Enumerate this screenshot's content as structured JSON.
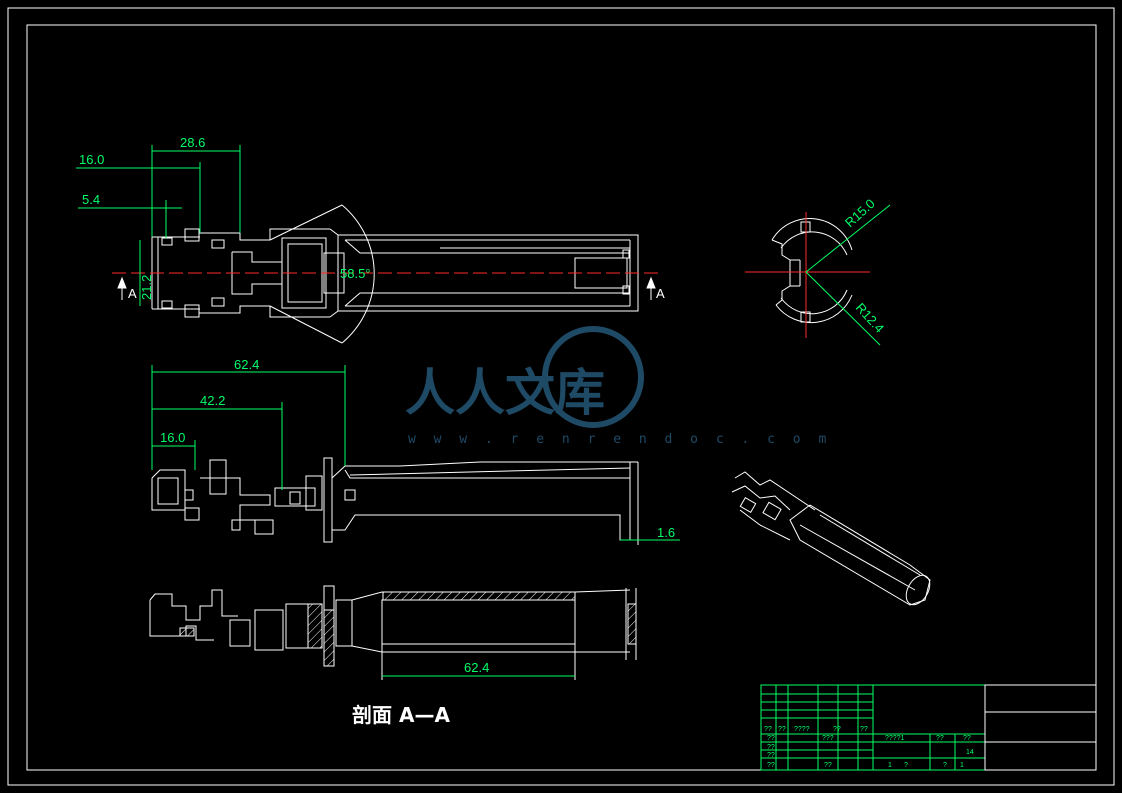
{
  "dimensions": {
    "d_16_0_top": "16.0",
    "d_28_6": "28.6",
    "d_5_4": "5.4",
    "d_21_2": "21.2",
    "d_58_5": "58.5°",
    "d_r15": "R15.0",
    "d_r12_4": "R12.4",
    "d_62_4_top": "62.4",
    "d_42_2": "42.2",
    "d_16_0_mid": "16.0",
    "d_1_6": "1.6",
    "d_62_4_bottom": "62.4"
  },
  "section_labels": {
    "left_arrow": "A",
    "right_arrow": "A",
    "section_title": "剖面 A—A"
  },
  "watermark": {
    "brand": "人人文库",
    "url": "w w w . r e n r e n d o c . c o m"
  },
  "title_block": {
    "c1": "??",
    "c2": "??",
    "c3": "????",
    "c4": "??",
    "c5": "??",
    "c6": "??",
    "c7": "???",
    "c8": "????1",
    "c9": "??",
    "c10": "??",
    "c11": "??",
    "c12": "14",
    "c13": "??",
    "c14": "??",
    "c15": "1",
    "c16": "?",
    "c17": "?",
    "c18": "1",
    "c19": "??"
  },
  "colors": {
    "background": "#000000",
    "outline": "#ffffff",
    "dimension": "#00ff66",
    "centerline": "#ff2a2a",
    "watermark": "#1f4a66"
  }
}
